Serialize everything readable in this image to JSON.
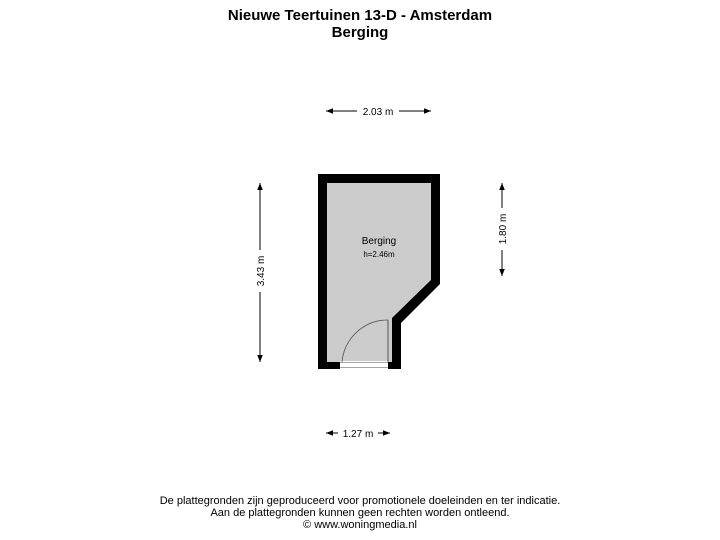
{
  "header": {
    "title": "Nieuwe Teertuinen 13-D - Amsterdam",
    "subtitle": "Berging"
  },
  "plan": {
    "room_name": "Berging",
    "room_height": "h=2.46m",
    "dim_top": "2.03 m",
    "dim_left": "3.43 m",
    "dim_right": "1.80 m",
    "dim_bottom": "1.27 m",
    "colors": {
      "wall": "#000000",
      "floor": "#cccccc",
      "dimension": "#000000"
    }
  },
  "footer": {
    "line1": "De plattegronden zijn geproduceerd voor promotionele doeleinden en ter indicatie.",
    "line2": "Aan de plattegronden kunnen geen rechten worden ontleend.",
    "line3": "© www.woningmedia.nl"
  }
}
